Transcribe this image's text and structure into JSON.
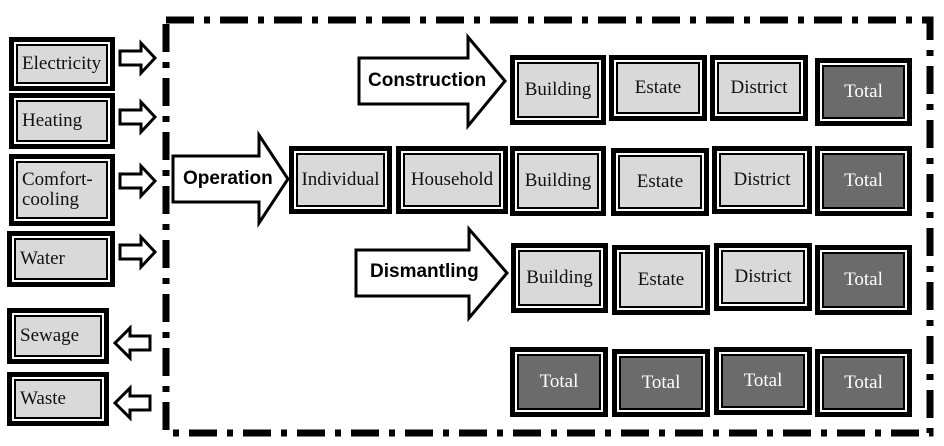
{
  "inputs": [
    {
      "id": "electricity",
      "label": "Electricity",
      "direction": "in"
    },
    {
      "id": "heating",
      "label": "Heating",
      "direction": "in"
    },
    {
      "id": "comfort-cooling",
      "label": "Comfort-\ncooling",
      "direction": "in"
    },
    {
      "id": "water",
      "label": "Water",
      "direction": "in"
    },
    {
      "id": "sewage",
      "label": "Sewage",
      "direction": "out"
    },
    {
      "id": "waste",
      "label": "Waste",
      "direction": "out"
    }
  ],
  "phases": {
    "construction": "Construction",
    "operation": "Operation",
    "dismantling": "Dismantling"
  },
  "operation_levels": [
    "Individual",
    "Household"
  ],
  "rows": {
    "construction": [
      "Building",
      "Estate",
      "District",
      "Total"
    ],
    "operation": [
      "Building",
      "Estate",
      "District",
      "Total"
    ],
    "dismantling": [
      "Building",
      "Estate",
      "District",
      "Total"
    ],
    "totals": [
      "Total",
      "Total",
      "Total",
      "Total"
    ]
  },
  "colors": {
    "box_fill": "#d9d9d9",
    "total_fill": "#6b6b6b",
    "border": "#000000"
  }
}
